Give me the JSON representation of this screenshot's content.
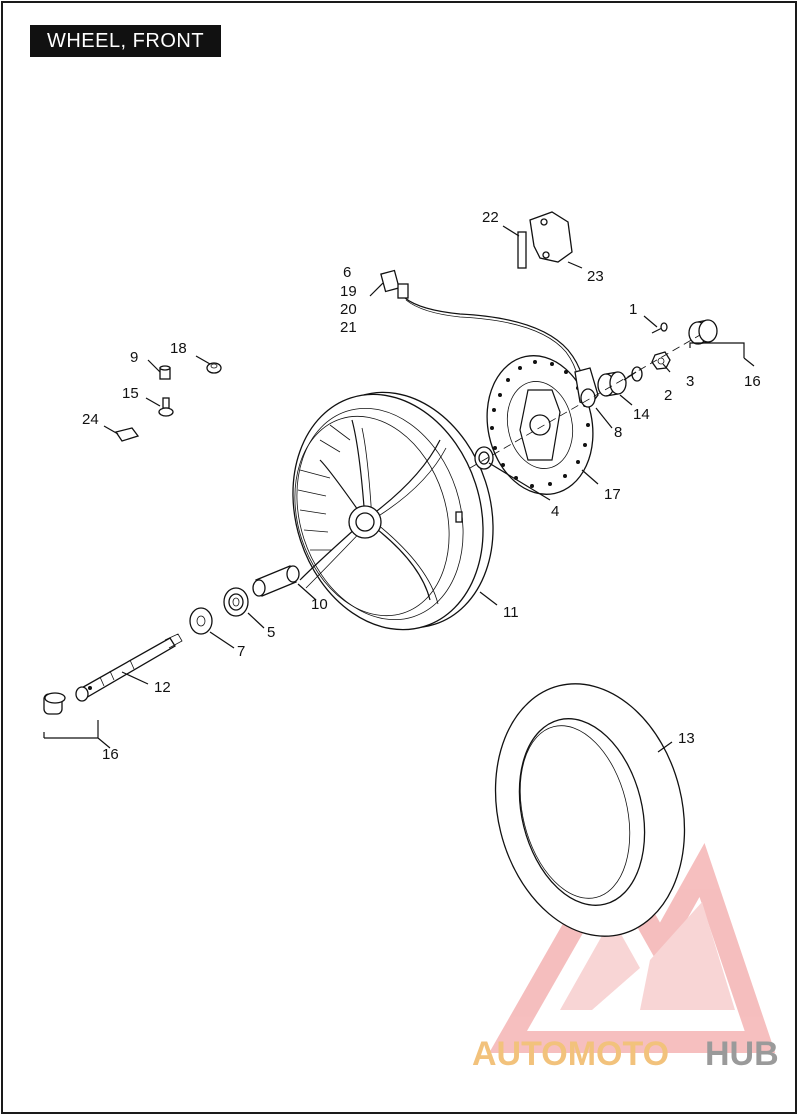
{
  "title": "WHEEL, FRONT",
  "watermark": {
    "part1": "AUTOMOTO",
    "part2": "HUB",
    "color_primary": "#f2c27c",
    "color_secondary": "#9a9a9a",
    "logo_color": "#f0a0a0"
  },
  "callouts": {
    "c1": "1",
    "c2": "2",
    "c3": "3",
    "c4": "4",
    "c5": "5",
    "c6": "6",
    "c7": "7",
    "c8": "8",
    "c9": "9",
    "c10": "10",
    "c11": "11",
    "c12": "12",
    "c13": "13",
    "c14": "14",
    "c15": "15",
    "c16a": "16",
    "c16b": "16",
    "c17": "17",
    "c18": "18",
    "c19": "19",
    "c20": "20",
    "c21": "21",
    "c22": "22",
    "c23": "23",
    "c24": "24"
  }
}
